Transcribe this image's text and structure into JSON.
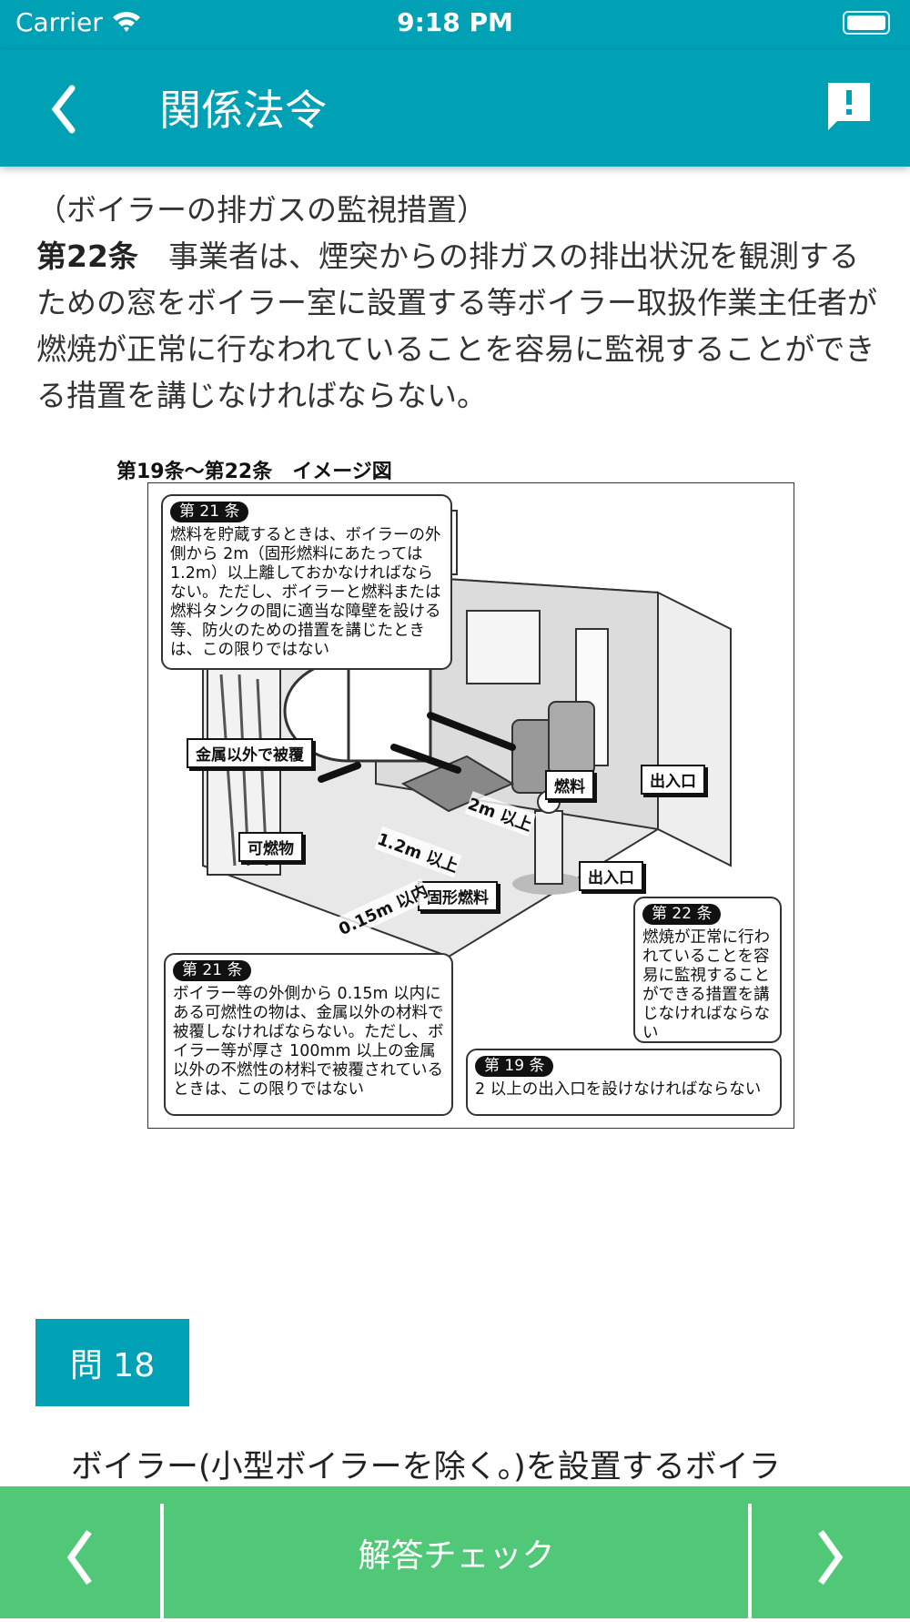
{
  "status_bar": {
    "carrier": "Carrier",
    "time": "9:18 PM"
  },
  "header": {
    "title": "関係法令"
  },
  "article": {
    "caption": "（ボイラーの排ガスの監視措置）",
    "number": "第22条",
    "text": "　事業者は、煙突からの排ガスの排出状況を観測するための窓をボイラー室に設置する等ボイラー取扱作業主任者が燃焼が正常に行なわれていることを容易に監視することができる措置を講じなければならない。"
  },
  "figure": {
    "title": "第19条～第22条　イメージ図",
    "callouts": [
      {
        "badge": "第 21 条",
        "text": "燃料を貯蔵するときは、ボイラーの外側から 2m（固形燃料にあたっては 1.2m）以上離しておかなければならない。ただし、ボイラーと燃料または燃料タンクの間に適当な障壁を設ける等、防火のための措置を講じたときは、この限りではない"
      },
      {
        "badge": "第 21 条",
        "text": "ボイラー等の外側から 0.15m 以内にある可燃性の物は、金属以外の材料で被覆しなければならない。ただし、ボイラー等が厚さ 100mm 以上の金属以外の不燃性の材料で被覆されているときは、この限りではない"
      },
      {
        "badge": "第 22 条",
        "text": "燃焼が正常に行われていることを容易に監視することができる措置を講じなければならない"
      },
      {
        "badge": "第 19 条",
        "text": "2 以上の出入口を設けなければならない"
      }
    ],
    "labels": {
      "covering": "金属以外で被覆",
      "combustible": "可燃物",
      "fuel": "燃料",
      "exit_right": "出入口",
      "exit_center": "出入口",
      "solid_fuel": "固形燃料",
      "dist_2m": "2m 以上",
      "dist_1_2m": "1.2m 以上",
      "dist_0_15m": "0.15m 以内"
    }
  },
  "question": {
    "label": "問 18",
    "text": "ボイラー(小型ボイラーを除く。)を設置するボイラ"
  },
  "bottom_bar": {
    "check_label": "解答チェック"
  },
  "colors": {
    "primary": "#00a0b5",
    "bottom_bar": "#50c878"
  }
}
